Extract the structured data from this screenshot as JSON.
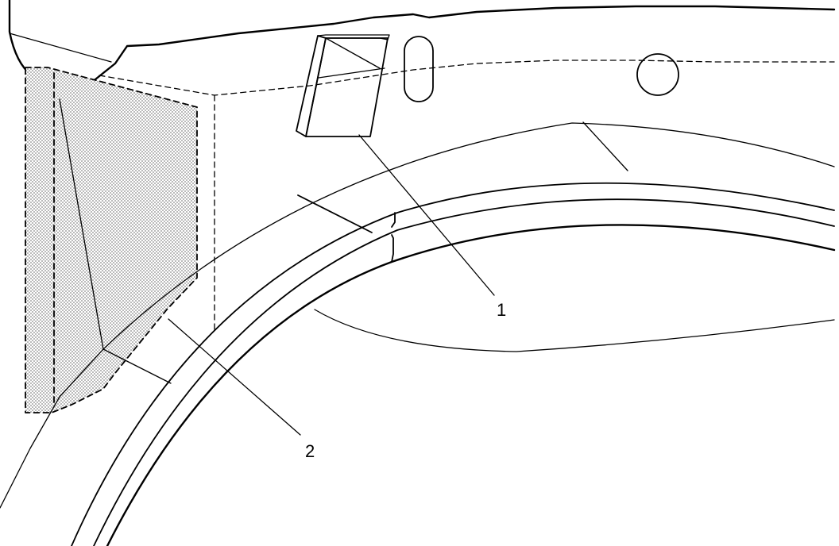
{
  "figure": {
    "callouts": [
      {
        "id": "1",
        "label": "1"
      },
      {
        "id": "2",
        "label": "2"
      }
    ],
    "colors": {
      "line": "#000000",
      "background": "#ffffff",
      "highlight_dots": "#8a8a8a"
    }
  }
}
